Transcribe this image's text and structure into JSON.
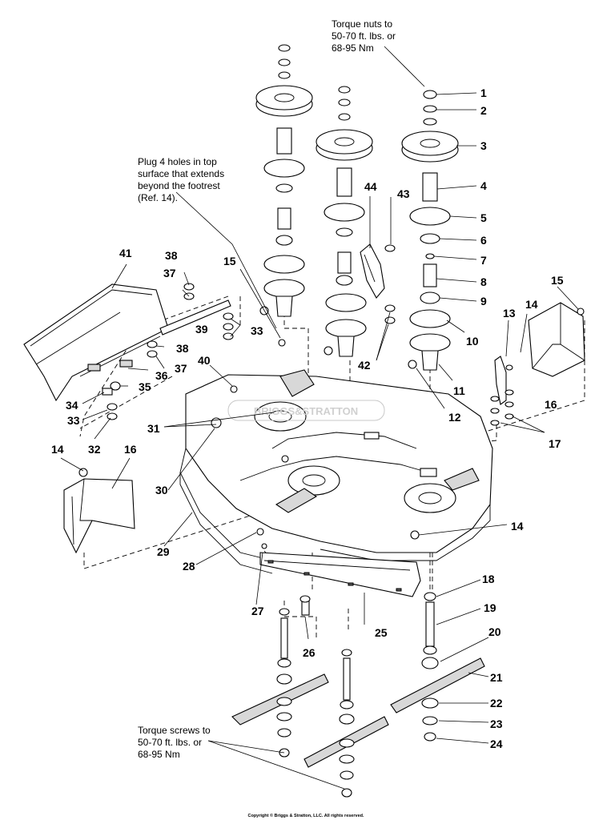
{
  "diagram": {
    "copyright": "Copyright © Briggs & Stratton, LLC. All rights reserved.",
    "watermark": "BRIGGS&STRATTON",
    "notes": {
      "torque_nuts": [
        "Torque nuts to",
        "50-70 ft. lbs. or",
        "68-95 Nm"
      ],
      "plug_holes": [
        "Plug 4 holes in top",
        "surface that extends",
        "beyond the footrest",
        "(Ref. 14)."
      ],
      "torque_screws": [
        "Torque screws to",
        "50-70 ft. lbs. or",
        "68-95 Nm"
      ]
    },
    "callouts": [
      "1",
      "2",
      "3",
      "4",
      "5",
      "6",
      "7",
      "8",
      "9",
      "10",
      "11",
      "12",
      "13",
      "14",
      "15",
      "16",
      "17",
      "18",
      "19",
      "20",
      "21",
      "22",
      "23",
      "24",
      "25",
      "26",
      "27",
      "28",
      "29",
      "30",
      "31",
      "32",
      "33",
      "34",
      "35",
      "36",
      "37",
      "38",
      "39",
      "40",
      "41",
      "42",
      "43",
      "44",
      "14",
      "15",
      "16",
      "33",
      "37",
      "38",
      "14",
      "17",
      "14"
    ]
  }
}
